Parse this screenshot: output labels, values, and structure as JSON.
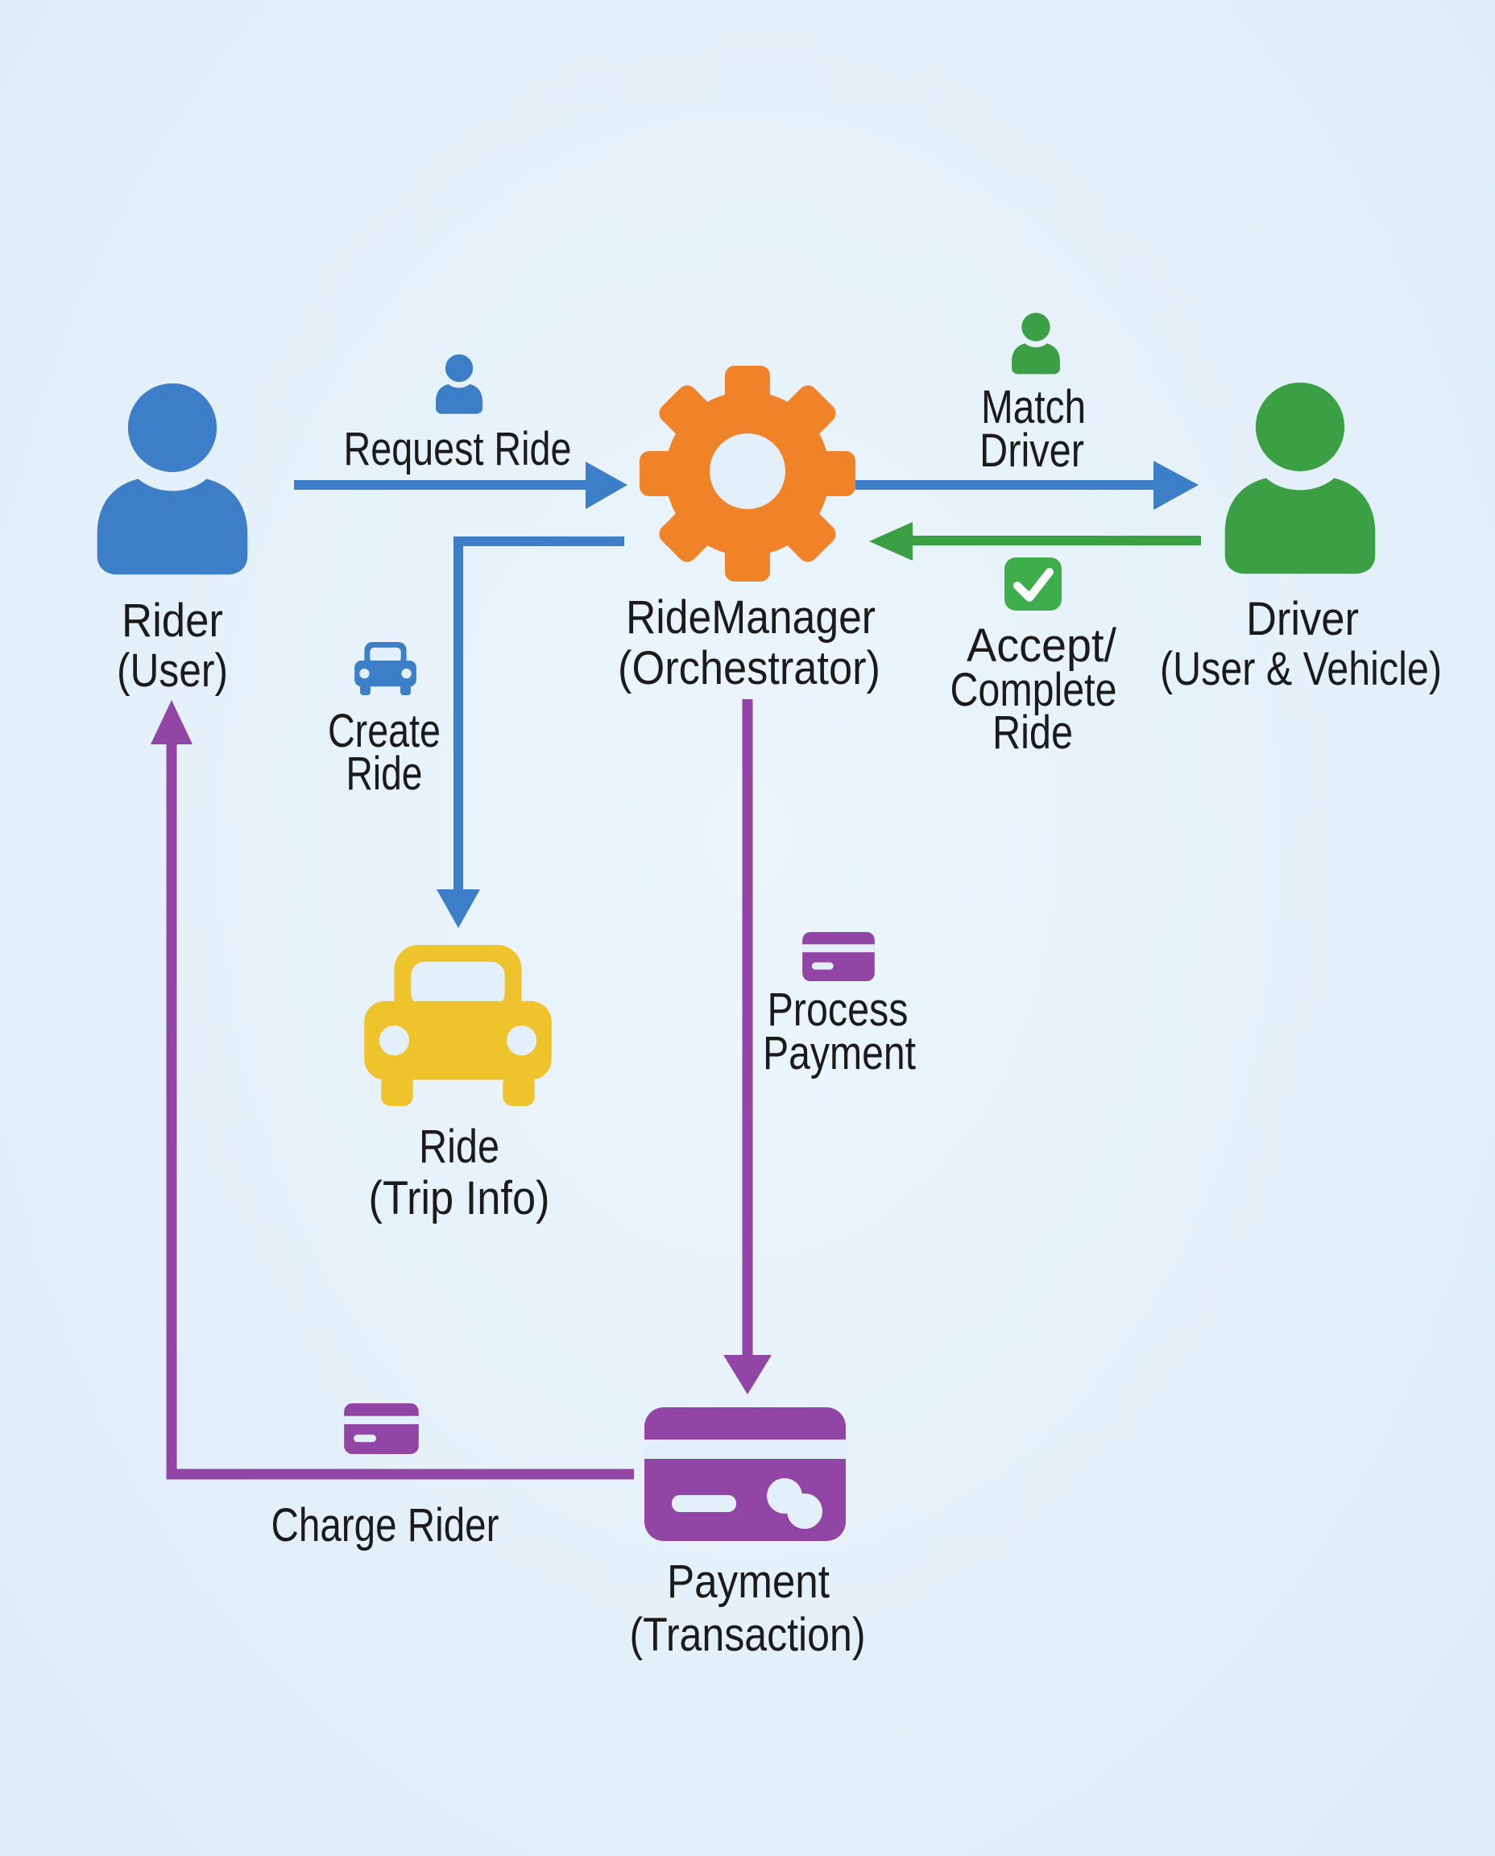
{
  "colors": {
    "bg": "#e4f0f9",
    "text": "#1b1b1b",
    "blue": "#3c7fc8",
    "orange": "#f08228",
    "green": "#3ba043",
    "green_bright": "#3eae4d",
    "yellow": "#eec32b",
    "purple": "#9146a6",
    "check_mark": "#ffffff"
  },
  "nodes": {
    "rider": {
      "title": "Rider",
      "subtitle": "(User)",
      "icon": "person-icon"
    },
    "ride_manager": {
      "title": "RideManager",
      "subtitle": "(Orchestrator)",
      "icon": "gear-icon"
    },
    "driver": {
      "title": "Driver",
      "subtitle": "(User & Vehicle)",
      "icon": "person-icon"
    },
    "ride": {
      "title": "Ride",
      "subtitle": "(Trip Info)",
      "icon": "car-icon"
    },
    "payment": {
      "title": "Payment",
      "subtitle": "(Transaction)",
      "icon": "credit-card-icon"
    }
  },
  "flows": {
    "request_ride": {
      "label": "Request Ride",
      "icon": "person-icon",
      "from": "rider",
      "to": "ride_manager"
    },
    "match_driver": {
      "line1": "Match",
      "line2": "Driver",
      "icon": "person-icon",
      "from": "ride_manager",
      "to": "driver"
    },
    "accept_complete_ride": {
      "line1": "Accept/",
      "line2": "Complete",
      "line3": "Ride",
      "icon": "checkbox-icon",
      "from": "driver",
      "to": "ride_manager"
    },
    "create_ride": {
      "line1": "Create",
      "line2": "Ride",
      "icon": "car-icon",
      "from": "ride_manager",
      "to": "ride"
    },
    "process_payment": {
      "line1": "Process",
      "line2": "Payment",
      "icon": "credit-card-icon",
      "from": "ride_manager",
      "to": "payment"
    },
    "charge_rider": {
      "label": "Charge Rider",
      "icon": "credit-card-icon",
      "from": "payment",
      "to": "rider"
    }
  }
}
